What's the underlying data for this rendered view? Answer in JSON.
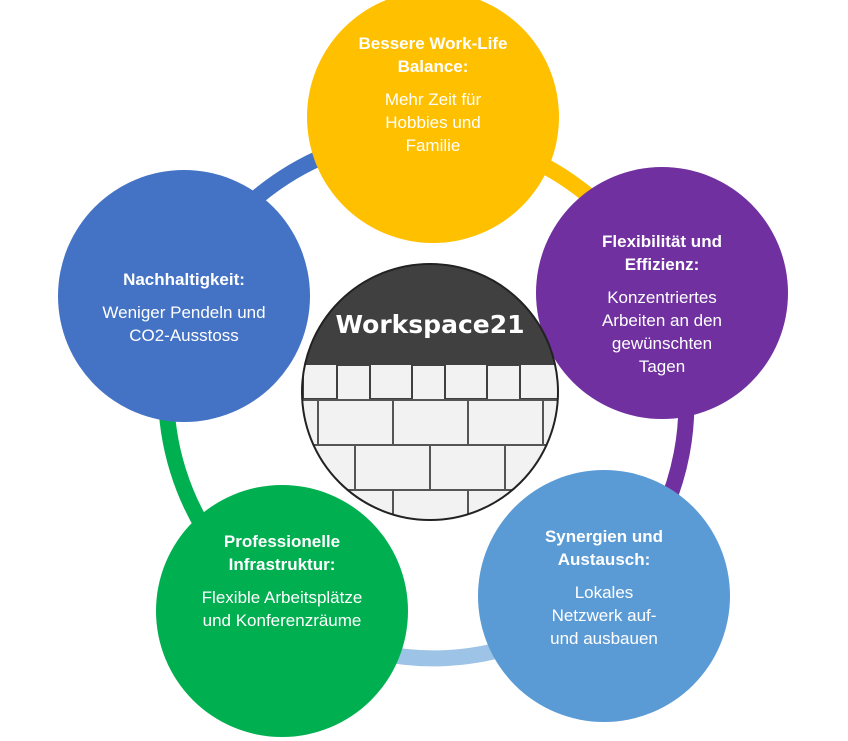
{
  "center": {
    "title": "Workspace21"
  },
  "nodes": [
    {
      "title": "Bessere Work-Life Balance:",
      "text": "Mehr Zeit für Hobbies und Familie",
      "color": "#FFC000"
    },
    {
      "title": "Flexibilität und Effizienz:",
      "text": "Konzentriertes Arbeiten an den gewünschten Tagen",
      "color": "#7030A0"
    },
    {
      "title": "Synergien und Austausch:",
      "text": "Lokales Netzwerk auf- und ausbauen",
      "color": "#5B9BD5"
    },
    {
      "title": "Professionelle Infrastruktur:",
      "text": "Flexible Arbeitsplätze und Konferenzräume",
      "color": "#00B050"
    },
    {
      "title": "Nachhaltigkeit:",
      "text": "Weniger Pendeln und CO2-Ausstoss",
      "color": "#4472C4"
    }
  ]
}
